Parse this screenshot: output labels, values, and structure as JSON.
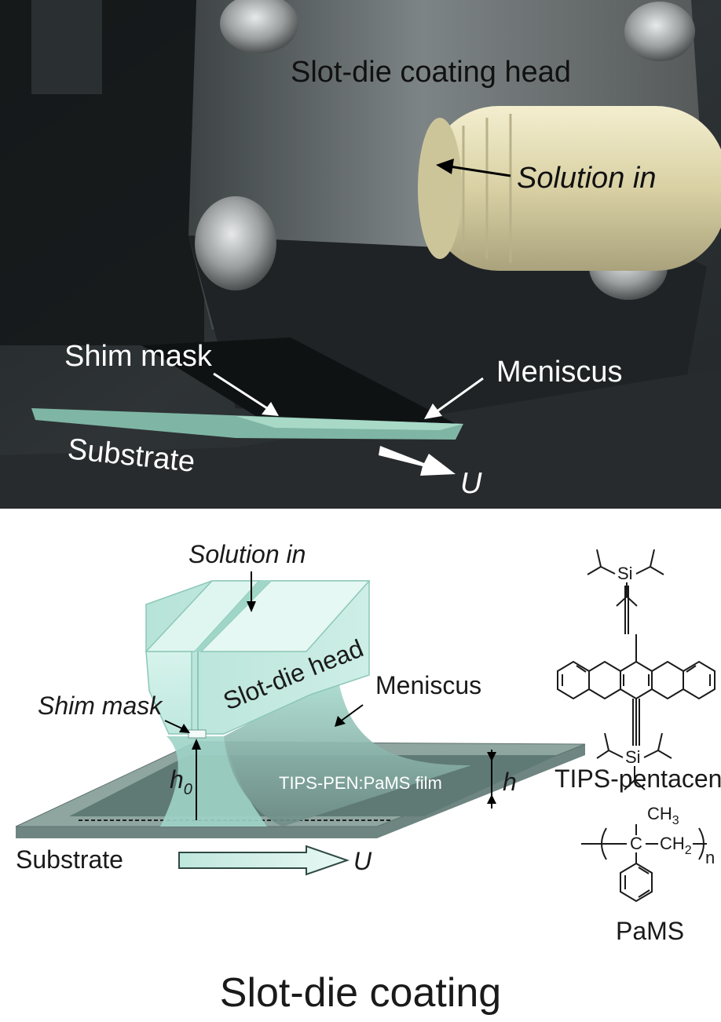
{
  "photo": {
    "head_label": "Slot-die coating head",
    "solution_label": "Solution in",
    "shim_label": "Shim mask",
    "meniscus_label": "Meniscus",
    "substrate_label": "Substrate",
    "velocity_label": "U"
  },
  "diagram": {
    "solution_label": "Solution in",
    "head_label": "Slot-die head",
    "shim_label": "Shim mask",
    "meniscus_label": "Meniscus",
    "film_label": "TIPS-PEN:PaMS film",
    "gap_label": "h",
    "gap_sub": "0",
    "thickness_label": "h",
    "substrate_label": "Substrate",
    "velocity_label": "U"
  },
  "molecules": {
    "tips_si_top": "Si",
    "tips_si_bottom": "Si",
    "tips_name": "TIPS-pentacene",
    "pams_ch3": "CH",
    "pams_ch3_sub": "3",
    "pams_c": "C",
    "pams_ch2": "CH",
    "pams_ch2_sub": "2",
    "pams_n": "n",
    "pams_name": "PaMS"
  },
  "caption": "Slot-die coating",
  "colors": {
    "photo_bg": "#2a2d2e",
    "head_metal": "#8e9393",
    "nozzle": "#e7e1b8",
    "die_face": "#c9ece3",
    "die_side": "#a9ddd0",
    "substrate_top": "#8fa5a0",
    "substrate_edge": "#6e8581",
    "film": "#5f7a75",
    "arrow_fill": "#d7f1ea"
  }
}
